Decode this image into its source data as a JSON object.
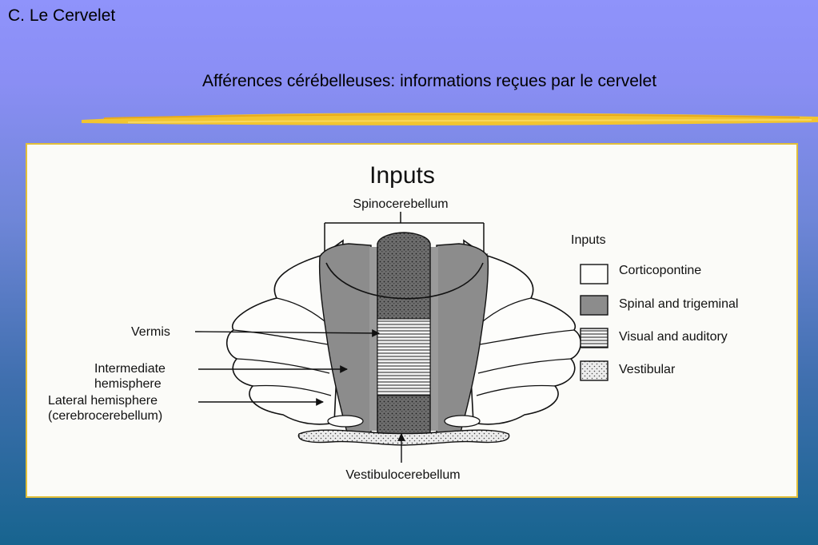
{
  "slide": {
    "section_title": "C. Le Cervelet",
    "subtitle": "Afférences cérébelleuses: informations reçues par le cervelet"
  },
  "diagram": {
    "title": "Inputs",
    "spinocerebellum": "Spinocerebellum",
    "vermis": "Vermis",
    "intermediate_line1": "Intermediate",
    "intermediate_line2": "hemisphere",
    "lateral_line1": "Lateral hemisphere",
    "lateral_line2": "(cerebrocerebellum)",
    "vestibulocerebellum": "Vestibulocerebellum",
    "legend": {
      "title": "Inputs",
      "items": [
        {
          "label": "Corticopontine",
          "pattern": "blank"
        },
        {
          "label": "Spinal and trigeminal",
          "pattern": "gray"
        },
        {
          "label": "Visual and auditory",
          "pattern": "hlines"
        },
        {
          "label": "Vestibular",
          "pattern": "dots"
        }
      ]
    }
  },
  "colors": {
    "highlight_stroke": "#f2c530",
    "panel_border": "#e2bf3a",
    "gray_fill": "#8c8c8c"
  }
}
